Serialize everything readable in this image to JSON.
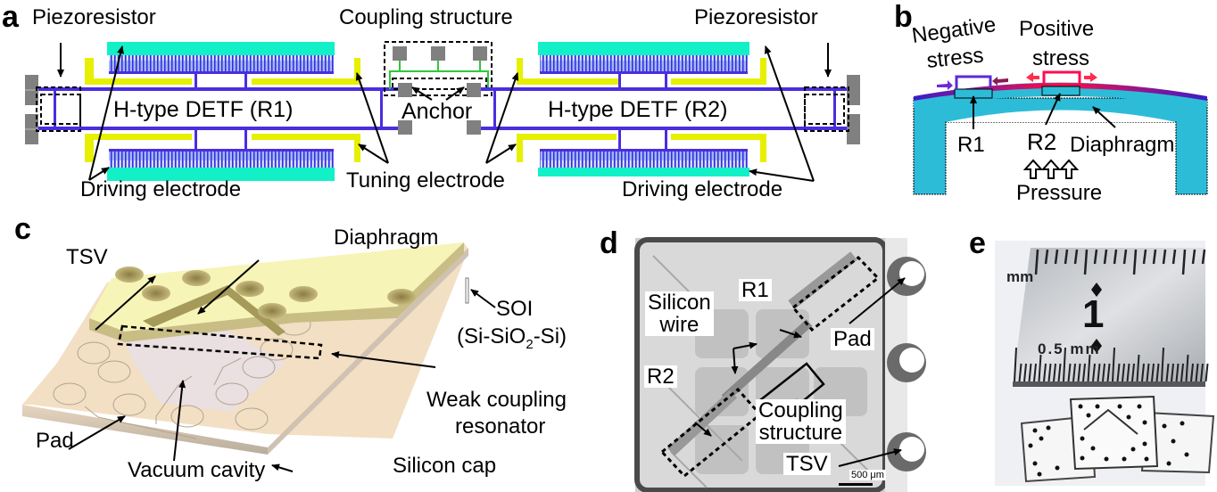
{
  "panels": {
    "a": {
      "letter": "a",
      "labels": {
        "piezoresistor_left": "Piezoresistor",
        "coupling_structure": "Coupling structure",
        "piezoresistor_right": "Piezoresistor",
        "detf_r1": "H-type DETF (R1)",
        "anchor": "Anchor",
        "detf_r2": "H-type DETF (R2)",
        "driving_electrode_left": "Driving electrode",
        "tuning_electrode": "Tuning electrode",
        "driving_electrode_right": "Driving electrode"
      },
      "colors": {
        "comb_electrode": "#12f0c8",
        "tuning_electrode": "#e6f000",
        "beam": "#4b2de0",
        "anchor": "#808080",
        "coupling_beam": "#2ec93a"
      }
    },
    "b": {
      "letter": "b",
      "labels": {
        "negative": "Negative",
        "negative_stress": "stress",
        "positive": "Positive",
        "positive_stress": "stress",
        "r1": "R1",
        "r2": "R2",
        "diaphragm": "Diaphragm",
        "pressure": "Pressure"
      },
      "colors": {
        "substrate": "#2dbcd8",
        "negative_stress": "#4422cc",
        "positive_stress": "#ff0d50"
      }
    },
    "c": {
      "letter": "c",
      "labels": {
        "tsv": "TSV",
        "diaphragm": "Diaphragm",
        "soi": "SOI",
        "soi_detail_prefix": "(Si-SiO",
        "soi_detail_sub": "2",
        "soi_detail_suffix": "-Si)",
        "weak_coupling_line1": "Weak coupling",
        "weak_coupling_line2": "resonator",
        "pad": "Pad",
        "vacuum_cavity": "Vacuum cavity",
        "silicon_cap": "Silicon cap"
      },
      "colors": {
        "soi_layer": "#f7f4b8",
        "cap": "#f3dfc4"
      }
    },
    "d": {
      "letter": "d",
      "labels": {
        "r1": "R1",
        "silicon_wire_line1": "Silicon",
        "silicon_wire_line2": "wire",
        "pad": "Pad",
        "r2": "R2",
        "coupling_line1": "Coupling",
        "coupling_line2": "structure",
        "tsv": "TSV",
        "scale_bar": "500 μm"
      }
    },
    "e": {
      "letter": "e",
      "labels": {
        "ruler_unit_top": "mm",
        "ruler_number": "1",
        "ruler_unit_bottom": "0.5 mm"
      }
    }
  }
}
